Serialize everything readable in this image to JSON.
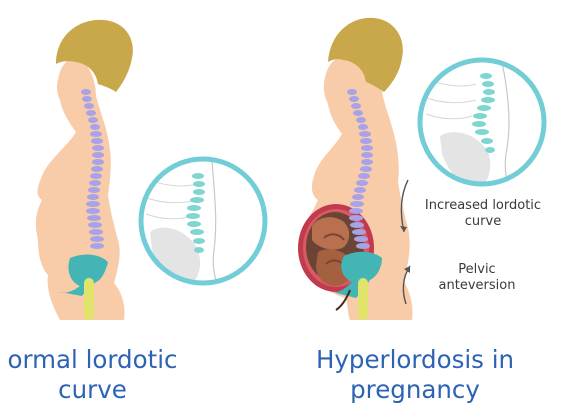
{
  "captions": {
    "left": "ormal lordotic\ncurve",
    "right": "Hyperlordosis in\npregnancy"
  },
  "annotations": {
    "lordotic": "Increased lordotic\ncurve",
    "pelvic": "Pelvic\nanteversion"
  },
  "colors": {
    "skin": "#f8cba9",
    "hair": "#c8a84a",
    "spine": "#a8a2e8",
    "pelvis": "#43b5b5",
    "femur": "#e0e46a",
    "circle": "#72cdd6",
    "caption": "#2d63b4"
  }
}
